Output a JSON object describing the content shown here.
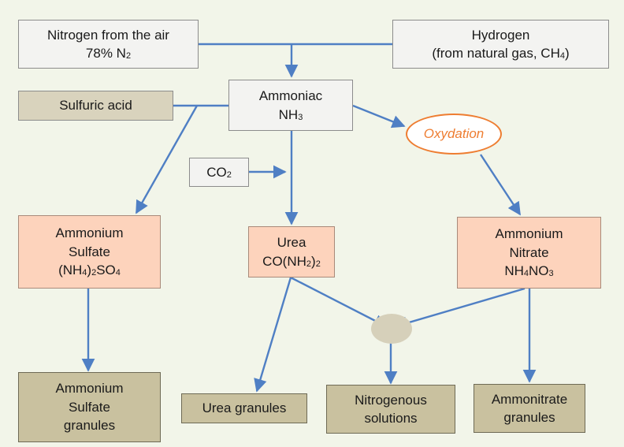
{
  "diagram": {
    "nodes": {
      "nitrogen": {
        "line1": "Nitrogen from the air",
        "line2_main": "78% N",
        "line2_sub": "2"
      },
      "hydrogen": {
        "line1": "Hydrogen",
        "line2_main": "(from natural gas, CH",
        "line2_sub": "4",
        "line2_end": ")"
      },
      "ammoniac": {
        "line1": "Ammoniac",
        "line2_main": "NH",
        "line2_sub": "3"
      },
      "sulfuric_acid": {
        "label": "Sulfuric acid"
      },
      "co2": {
        "main": "CO",
        "sub": "2"
      },
      "oxydation": {
        "label": "Oxydation"
      },
      "ammonium_sulfate": {
        "line1": "Ammonium",
        "line2": "Sulfate",
        "f1": "(NH",
        "f1_sub": "4",
        "f2": ")",
        "f2_sub": "2",
        "f3": "SO",
        "f3_sub": "4"
      },
      "urea": {
        "line1": "Urea",
        "f1": "CO(NH",
        "f1_sub": "2",
        "f2": ")",
        "f2_sub": "2"
      },
      "ammonium_nitrate": {
        "line1": "Ammonium",
        "line2": "Nitrate",
        "f1": "NH",
        "f1_sub": "4",
        "f2": "NO",
        "f2_sub": "3"
      },
      "ammonium_sulfate_granules": {
        "line1": "Ammonium",
        "line2": "Sulfate",
        "line3": "granules"
      },
      "urea_granules": {
        "label": "Urea granules"
      },
      "nitrogenous_solutions": {
        "line1": "Nitrogenous",
        "line2": "solutions"
      },
      "ammonitrate_granules": {
        "line1": "Ammonitrate",
        "line2": "granules"
      }
    },
    "colors": {
      "background": "#f2f5e9",
      "arrow": "#4f7fc4",
      "oxydation": "#ee7d31",
      "input_box": "#f3f3f1",
      "acid_box": "#d9d3bd",
      "product_box": "#fdd3bc",
      "final_box": "#c9c19f"
    }
  }
}
